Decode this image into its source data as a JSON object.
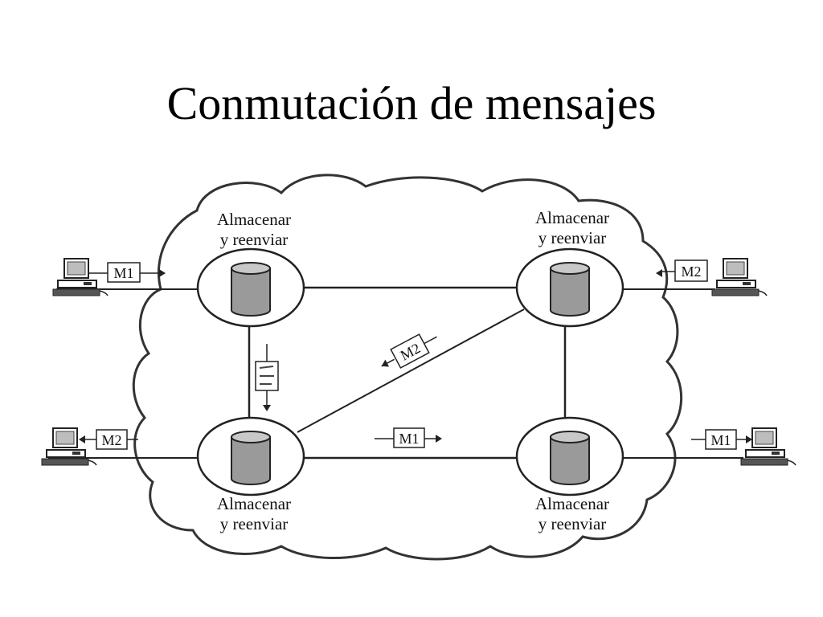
{
  "title": "Conmutación de mensajes",
  "nodes": {
    "top_left": {
      "line1": "Almacenar",
      "line2": "y reenviar"
    },
    "top_right": {
      "line1": "Almacenar",
      "line2": "y reenviar"
    },
    "bottom_left": {
      "line1": "Almacenar",
      "line2": "y reenviar"
    },
    "bottom_right": {
      "line1": "Almacenar",
      "line2": "y reenviar"
    }
  },
  "messages": {
    "in_left": "M1",
    "in_right": "M2",
    "out_left": "M2",
    "out_right": "M1",
    "bottom_link": "M1",
    "diagonal": "M2"
  },
  "colors": {
    "ink": "#222222",
    "storage_fill": "#9a9a9a",
    "computer_fill": "#bdbdbd"
  }
}
